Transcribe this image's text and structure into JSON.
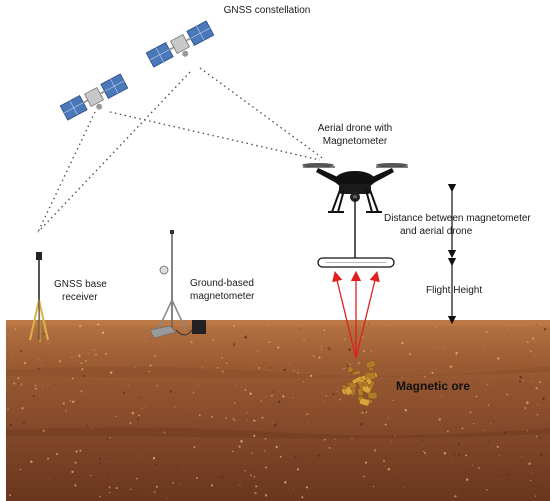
{
  "labels": {
    "gnss_constellation": "GNSS constellation",
    "aerial_drone_line1": "Aerial drone with",
    "aerial_drone_line2": "Magnetometer",
    "distance_line1": "Distance between magnetometer",
    "distance_line2": "and aerial drone",
    "flight_height": "Flight Height",
    "gnss_base_line1": "GNSS base",
    "gnss_base_line2": "receiver",
    "ground_mag_line1": "Ground-based",
    "ground_mag_line2": "magnetometer",
    "magnetic_ore": "Magnetic ore"
  },
  "colors": {
    "soil_top": "#a8683a",
    "soil_mid": "#8a4f2c",
    "soil_deep": "#6e3a1f",
    "signal_arrow": "#e02020",
    "ore": "#d9a33c",
    "satellite_panel": "#4a78b8"
  },
  "icons": [
    "satellite-icon",
    "drone-icon",
    "magnetometer-bird-icon",
    "gnss-tripod-icon",
    "ground-magnetometer-icon",
    "ore-icon"
  ]
}
